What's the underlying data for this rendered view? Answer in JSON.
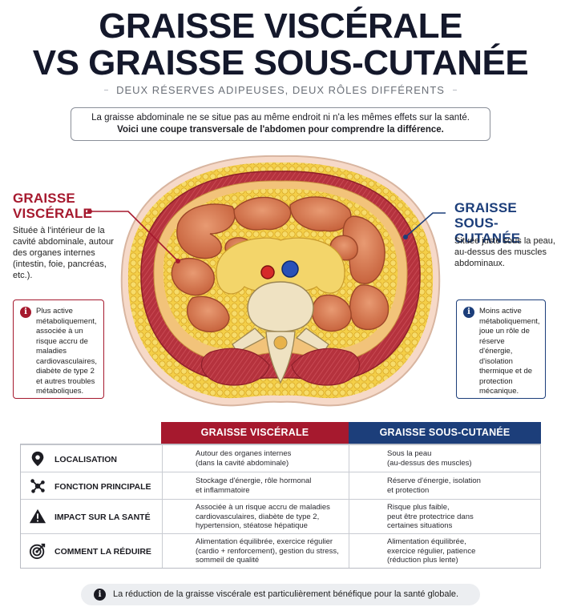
{
  "header": {
    "title_line1": "GRAISSE VISCÉRALE",
    "title_line2": "VS GRAISSE SOUS-CUTANÉE",
    "subtitle": "DEUX RÉSERVES ADIPEUSES, DEUX RÔLES DIFFÉRENTS"
  },
  "intro": {
    "line1": "La graisse abdominale ne se situe pas au même endroit ni n'a les mêmes effets sur la santé.",
    "line2": "Voici une coupe transversale de l'abdomen pour comprendre la différence."
  },
  "visceral": {
    "title_line1": "GRAISSE",
    "title_line2": "VISCÉRALE",
    "description": "Située à l'intérieur de la cavité abdominale, autour des organes internes (intestin, foie, pancréas, etc.).",
    "info": "Plus active métaboliquement, associée à un risque accru de maladies cardiovasculaires, diabète de type 2 et autres troubles métaboliques.",
    "info_icon": "info-icon",
    "color": "#a6192e"
  },
  "subcutaneous": {
    "title_line1": "GRAISSE",
    "title_line2": "SOUS-CUTANÉE",
    "description": "Située juste sous la peau, au-dessus des muscles abdominaux.",
    "info": "Moins active métaboliquement, joue un rôle de réserve d'énergie, d'isolation thermique et de protection mécanique.",
    "info_icon": "info-icon",
    "color": "#1c3e7a"
  },
  "table": {
    "col_visceral": "GRAISSE VISCÉRALE",
    "col_subcutaneous": "GRAISSE SOUS-CUTANÉE",
    "rows": [
      {
        "icon": "location-pin-icon",
        "label": "LOCALISATION",
        "visceral": "Autour des organes internes\n(dans la cavité abdominale)",
        "subcutaneous": "Sous la peau\n(au-dessus des muscles)"
      },
      {
        "icon": "network-nodes-icon",
        "label": "FONCTION PRINCIPALE",
        "visceral": "Stockage d'énergie, rôle hormonal\net inflammatoire",
        "subcutaneous": "Réserve d'énergie, isolation\net protection"
      },
      {
        "icon": "warning-triangle-icon",
        "label": "IMPACT SUR LA SANTÉ",
        "visceral": "Associée à un risque accru de maladies\ncardiovasculaires, diabète de type 2,\nhypertension, stéatose hépatique",
        "subcutaneous": "Risque plus faible,\npeut être protectrice dans\ncertaines situations"
      },
      {
        "icon": "target-icon",
        "label": "COMMENT LA RÉDUIRE",
        "visceral": "Alimentation équilibrée, exercice régulier\n(cardio + renforcement), gestion du stress,\nsommeil de qualité",
        "subcutaneous": "Alimentation équilibrée,\nexercice régulier, patience\n(réduction plus lente)"
      }
    ]
  },
  "footer": {
    "text": "La réduction de la graisse viscérale est particulièrement bénéfique pour la santé globale.",
    "icon": "info-icon"
  }
}
